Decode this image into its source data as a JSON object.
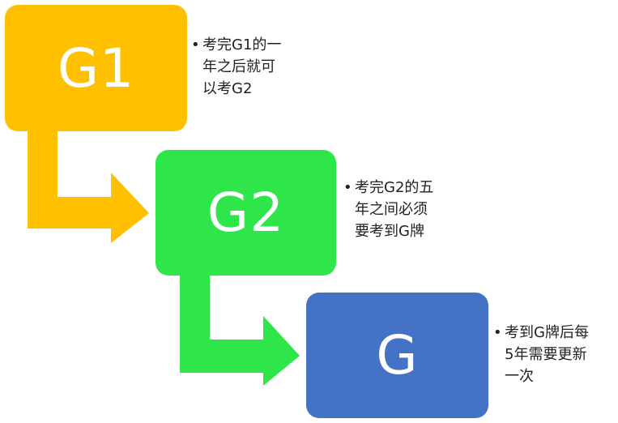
{
  "steps": [
    {
      "id": "g1",
      "label": "G1",
      "color": "#FFC000",
      "note_lines": [
        "考完G1的一",
        "年之后就可",
        "以考G2"
      ]
    },
    {
      "id": "g2",
      "label": "G2",
      "color": "#2EE64A",
      "note_lines": [
        "考完G2的五",
        "年之间必须",
        "要考到G牌"
      ]
    },
    {
      "id": "g",
      "label": "G",
      "color": "#4472C4",
      "note_lines": [
        "考到G牌后每",
        "5年需要更新",
        "一次"
      ]
    }
  ],
  "bullet_char": "•",
  "icons": {
    "arrows": [
      "elbow-arrow-icon",
      "elbow-arrow-icon"
    ]
  }
}
